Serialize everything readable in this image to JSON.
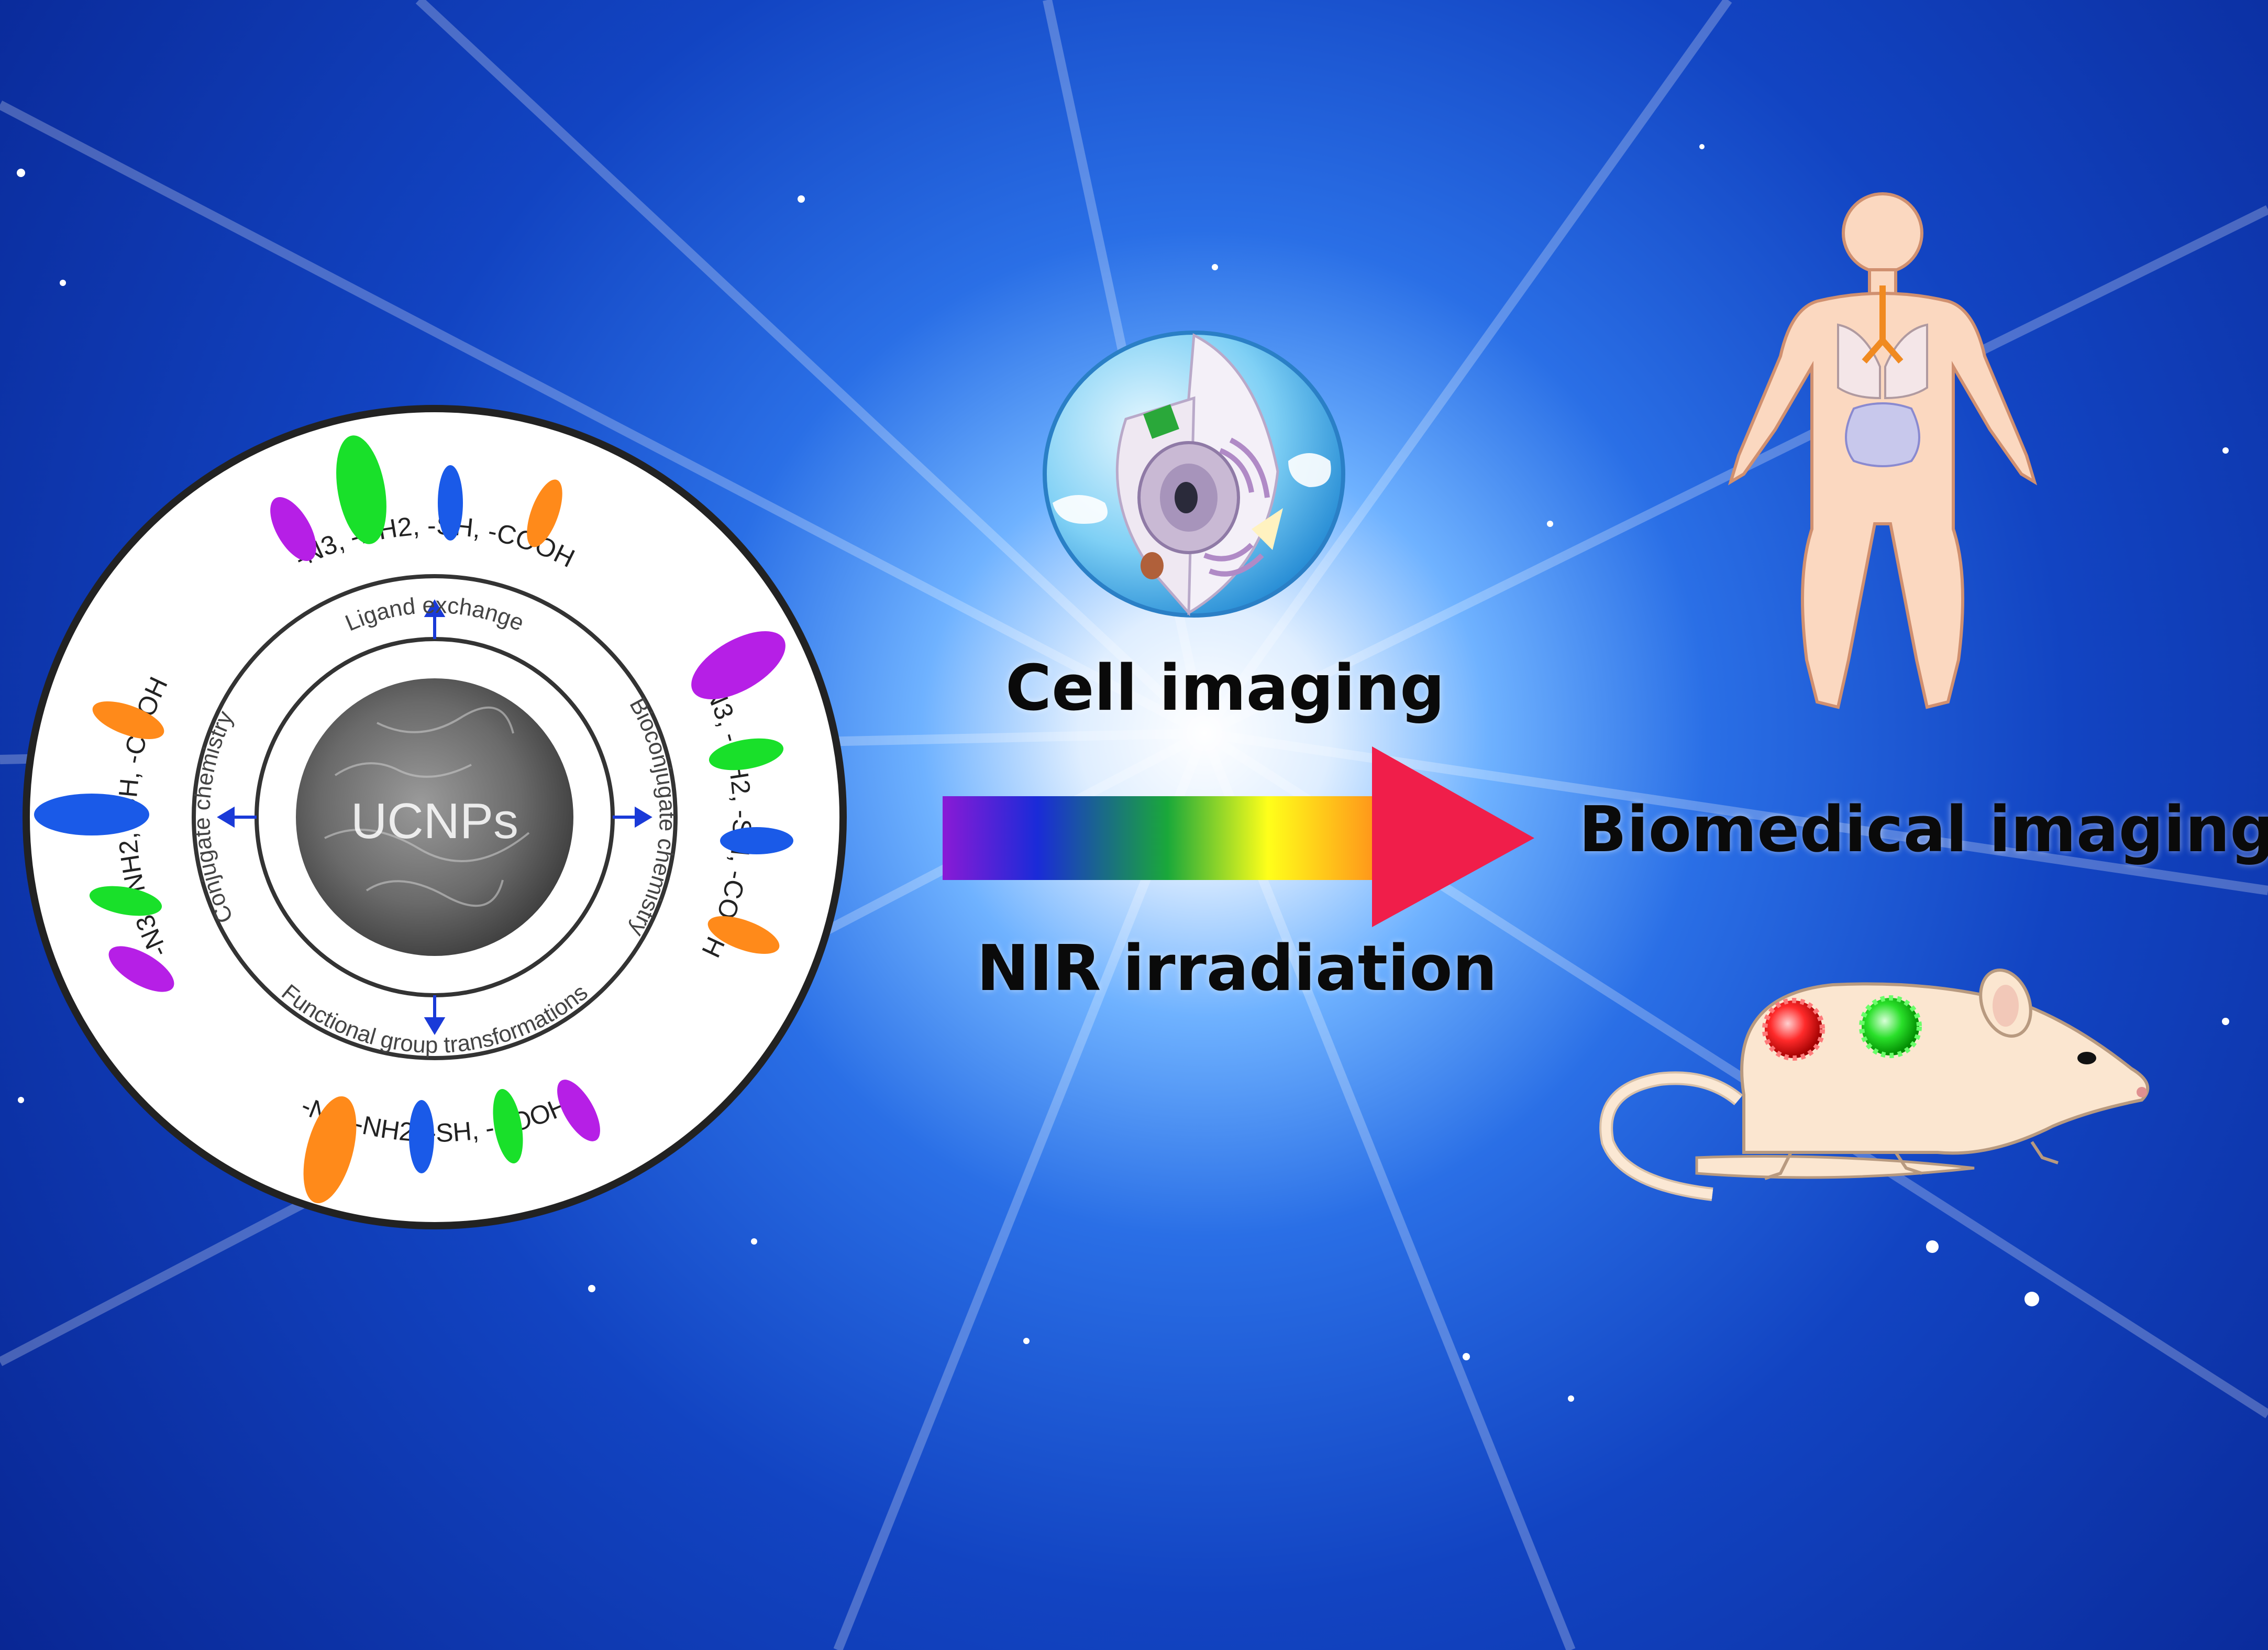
{
  "labels": {
    "cell_imaging": "Cell imaging",
    "nir_irradiation": "NIR irradiation",
    "biomedical_imaging": "Biomedical imaging"
  },
  "nanoparticle": {
    "core_label": "UCNPs",
    "groups_top": "-N3, -NH2, -SH, -COOH",
    "groups_bottom": "-N3, -NH2, -SH, -COOH",
    "groups_left": "-N3, -NH2, -SH, -COOH",
    "groups_right": "-N3, -NH2, -SH, -COOH",
    "ring_top": "Ligand exchange",
    "ring_bottom": "Functional group transformations",
    "ring_left": "Conjugate chemistry",
    "ring_right": "Bioconjugate chemistry"
  },
  "colors": {
    "background_center": "#ffffff",
    "background_edge": "#0a2a90",
    "ellipse_green": "#19e02a",
    "ellipse_blue": "#1a5ae8",
    "ellipse_orange": "#ff8a1a",
    "ellipse_purple": "#b61fe6",
    "arrow_gradient": [
      "#8a1ad6",
      "#1a2bd8",
      "#1aa83a",
      "#ffff1a",
      "#ff8a1a",
      "#f01e4a"
    ]
  },
  "icons": [
    "cell-icon",
    "human-body-icon",
    "mouse-icon",
    "rainbow-arrow-icon"
  ]
}
